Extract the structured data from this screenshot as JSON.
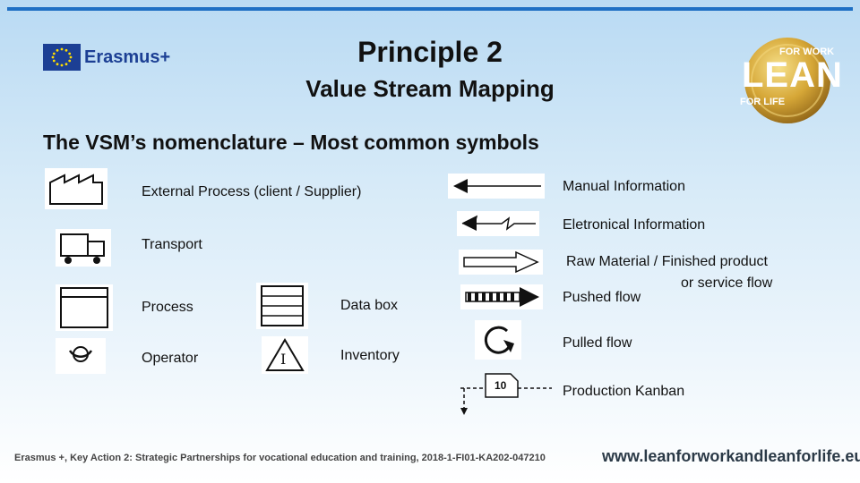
{
  "slide": {
    "title": "Principle 2",
    "subtitle": "Value Stream Mapping",
    "heading": "The VSM’s nomenclature – Most common symbols"
  },
  "logos": {
    "erasmus_text": "Erasmus+",
    "lean_top": "FOR WORK",
    "lean_main": "LEAN",
    "lean_bottom": "FOR LIFE"
  },
  "symbols_left": {
    "external_process": "External Process (client / Supplier)",
    "transport": "Transport",
    "process": "Process",
    "operator": "Operator",
    "data_box": "Data box",
    "inventory": "Inventory",
    "inventory_glyph": "I"
  },
  "symbols_right": {
    "manual_information": "Manual Information",
    "electronic_information": "Eletronical Information",
    "raw_material_line1": "Raw Material / Finished product",
    "raw_material_line2": "or service flow",
    "pushed_flow": "Pushed flow",
    "pulled_flow": "Pulled flow",
    "production_kanban": "Production Kanban",
    "kanban_number": "10"
  },
  "footer": {
    "text": "Erasmus +, Key Action 2: Strategic Partnerships for vocational education and training, 2018-1-FI01-KA202-047210",
    "url": "www.leanforworkandleanforlife.eu"
  },
  "colors": {
    "accent_bar": "#1e6fc4",
    "eu_blue": "#1c3f94",
    "eu_star": "#ffdd00",
    "lean_gold": "#c99a2e"
  }
}
